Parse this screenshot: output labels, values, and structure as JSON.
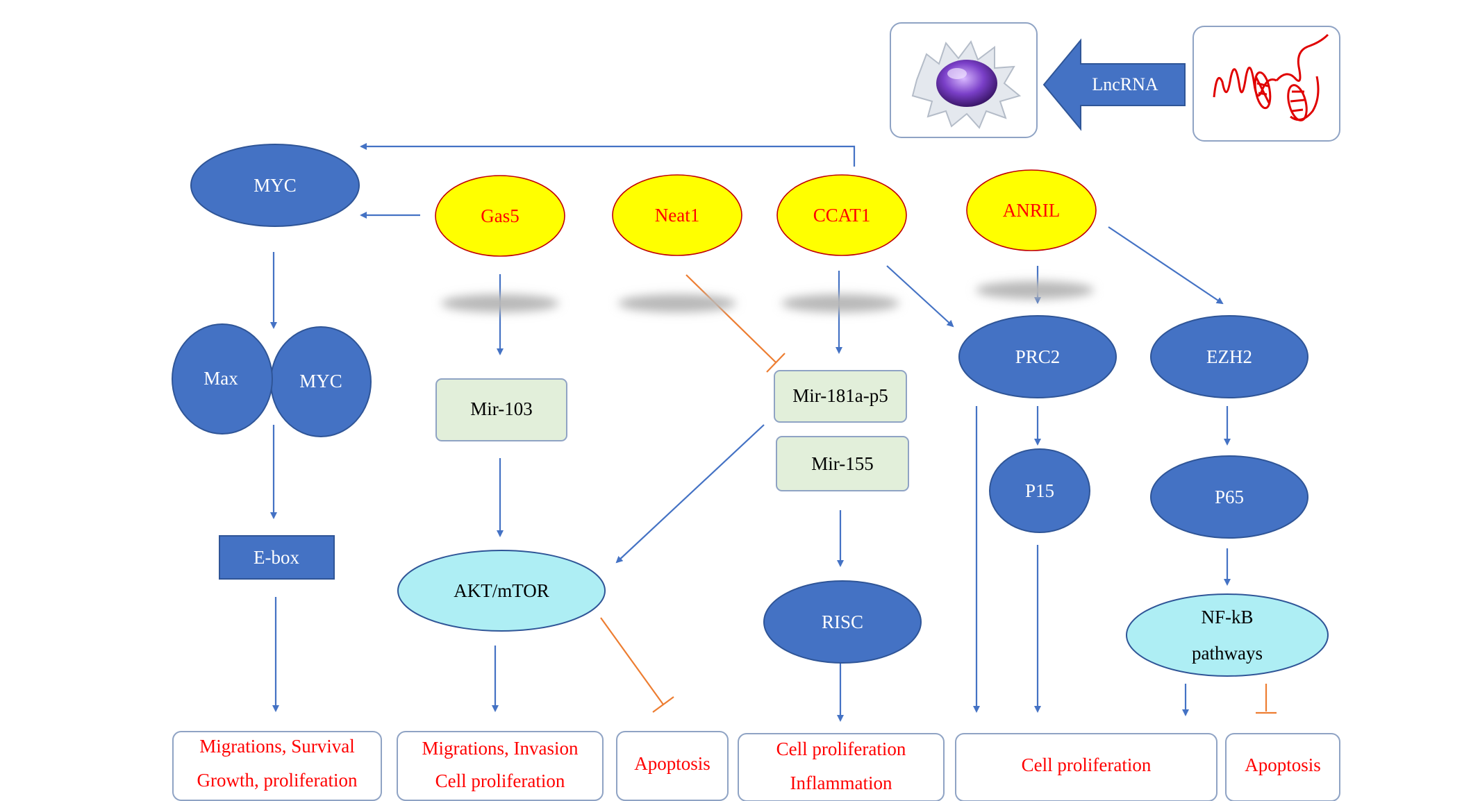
{
  "header": {
    "lncrna_label": "LncRNA"
  },
  "lncrnas": {
    "gas5": "Gas5",
    "neat1": "Neat1",
    "ccat1": "CCAT1",
    "anril": "ANRIL"
  },
  "nodes": {
    "myc_top": "MYC",
    "max": "Max",
    "myc_dimer": "MYC",
    "ebox": "E-box",
    "mir103": "Mir-103",
    "akt_mtor": "AKT/mTOR",
    "mir181": "Mir-181a-p5",
    "mir155": "Mir-155",
    "risc": "RISC",
    "prc2": "PRC2",
    "ezh2": "EZH2",
    "p15": "P15",
    "p65": "P65",
    "nfkb_line1": "NF-kB",
    "nfkb_line2": "pathways"
  },
  "outcomes": {
    "myc_out_line1": "Migrations, Survival",
    "myc_out_line2": "Growth, proliferation",
    "gas5_out_line1": "Migrations, Invasion",
    "gas5_out_line2": "Cell proliferation",
    "apoptosis_1": "Apoptosis",
    "ccat1_out_line1": "Cell proliferation",
    "ccat1_out_line2": "Inflammation",
    "anril_out": "Cell proliferation",
    "apoptosis_2": "Apoptosis"
  },
  "colors": {
    "node_blue": "#4472c4",
    "lncrna_yellow": "#ffff00",
    "lncrna_text_red": "#ff0000",
    "mirna_green": "#e2efda",
    "pathway_cyan": "#aeeef4",
    "arrow_blue": "#4472c4",
    "inhibit_orange": "#ed7d31"
  }
}
